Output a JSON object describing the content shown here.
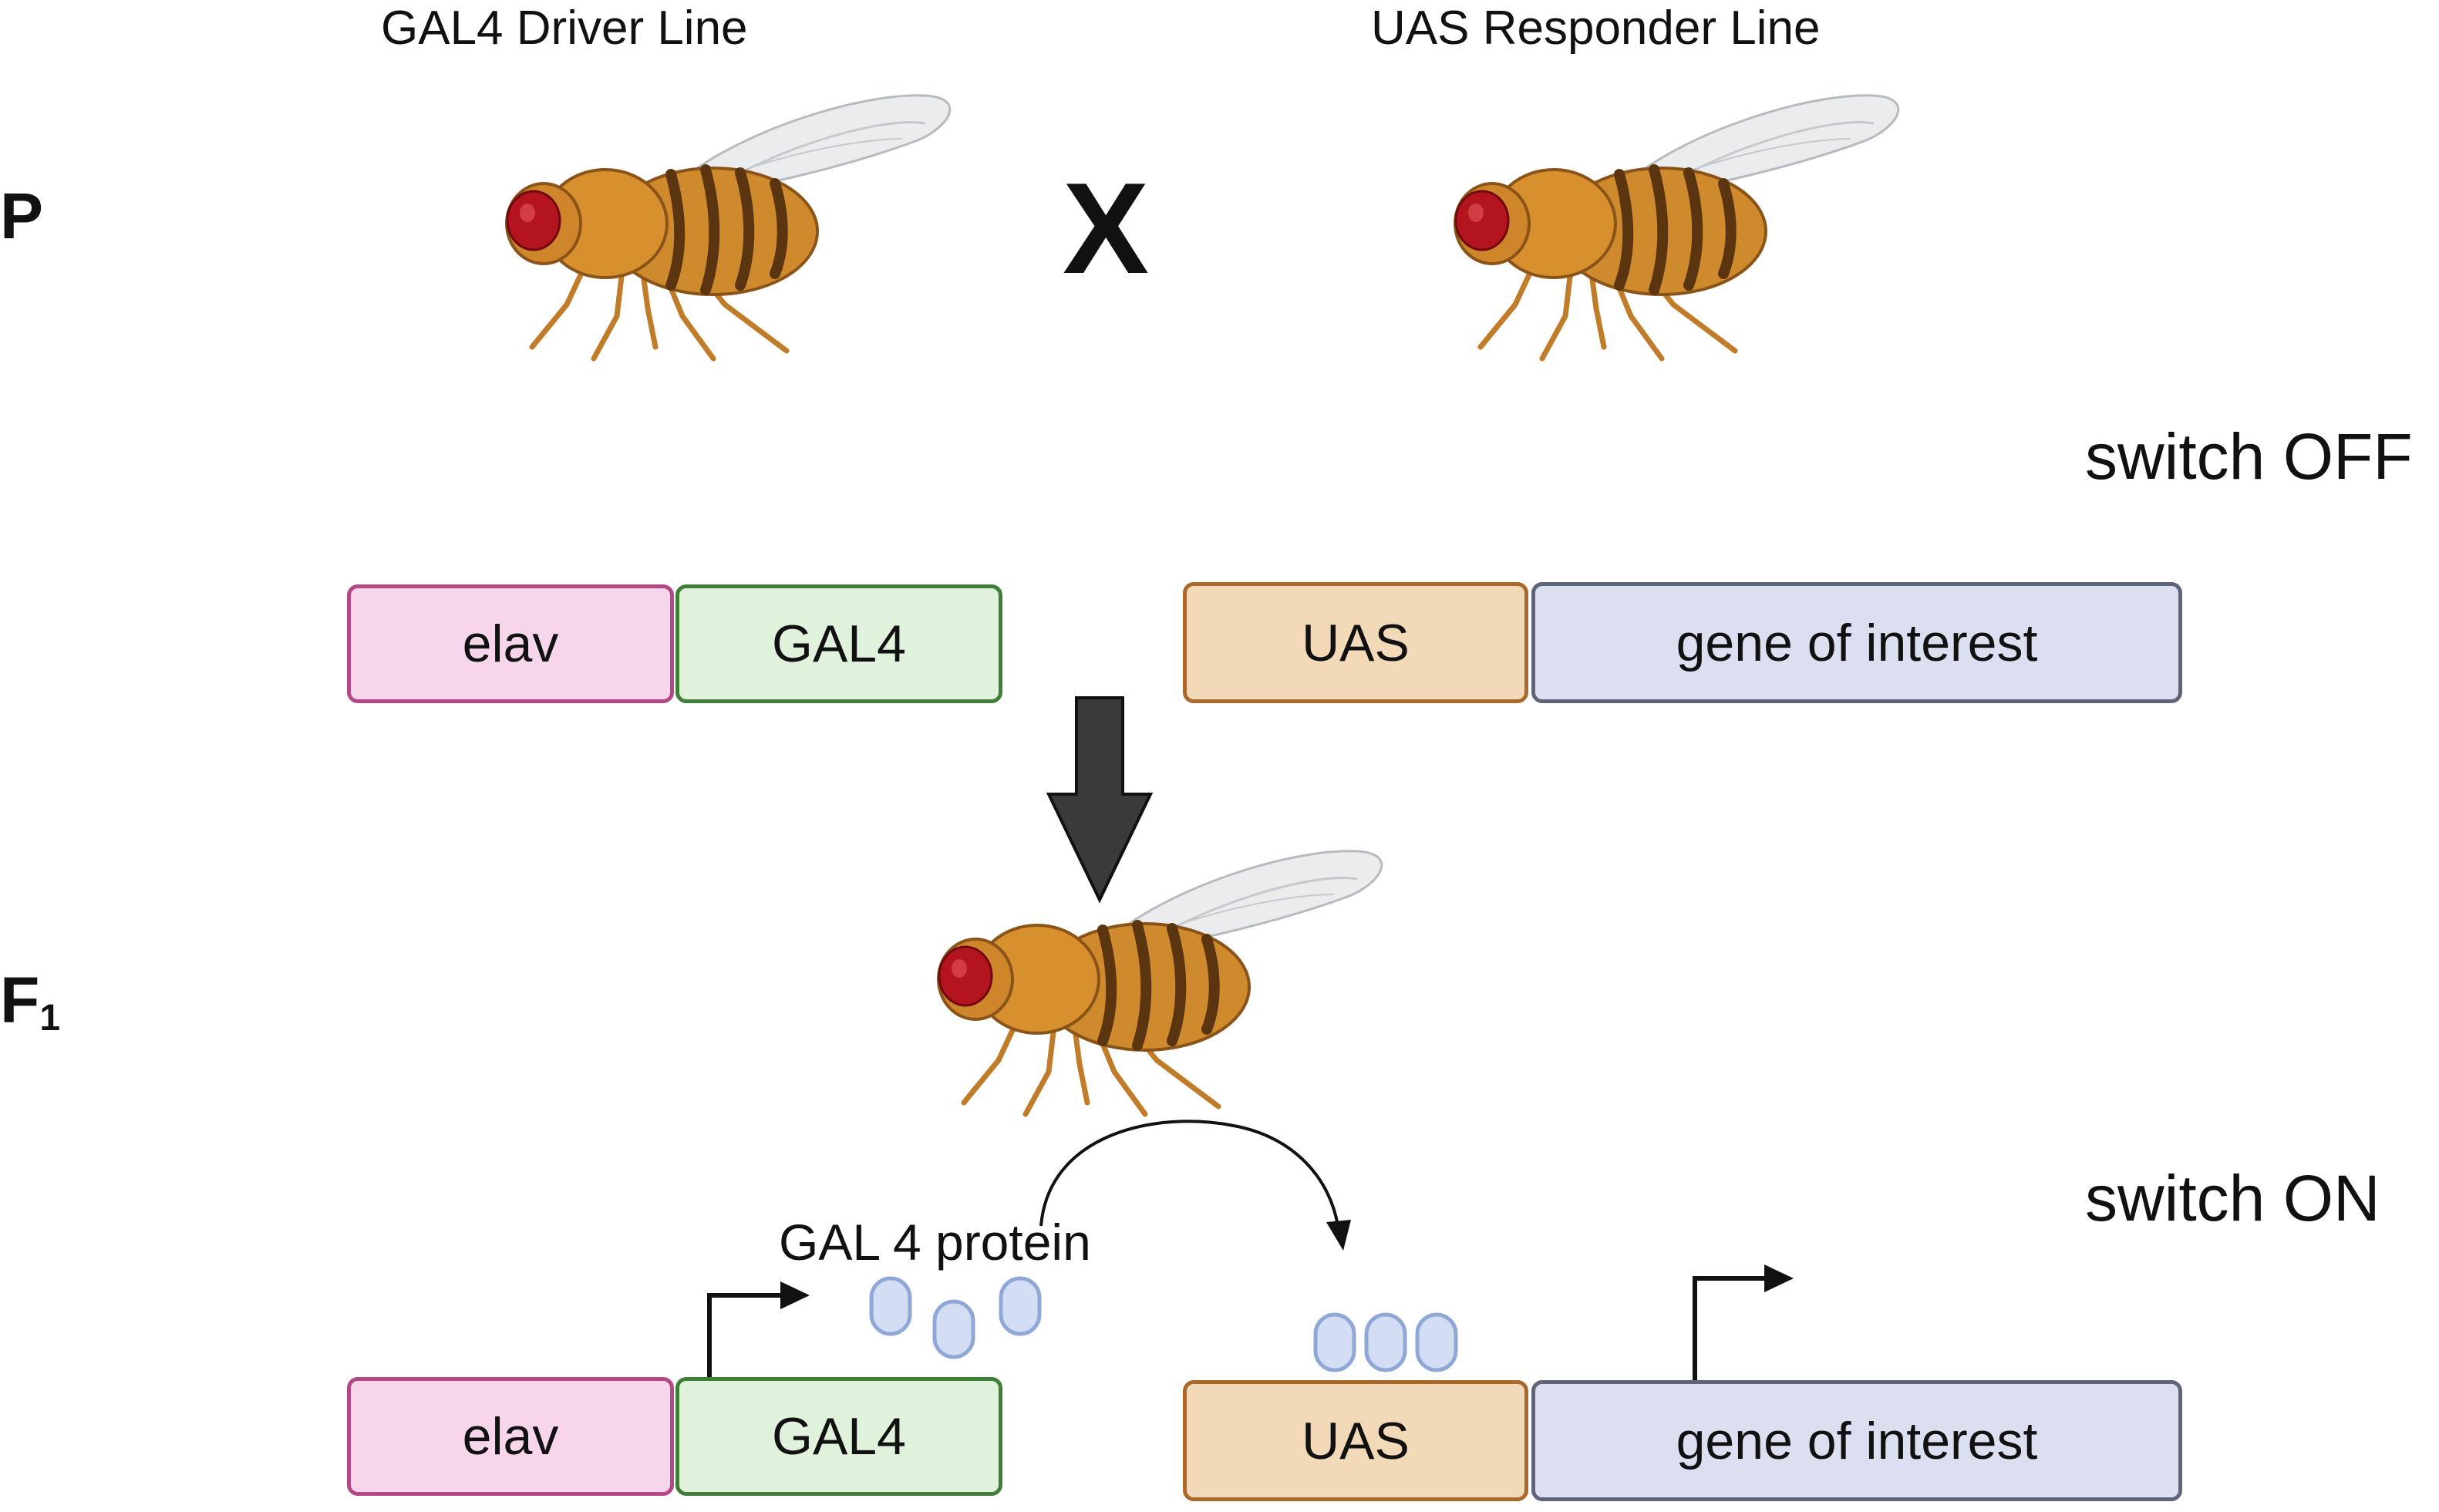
{
  "header": {
    "driver_line": "GAL4 Driver Line",
    "responder_line": "UAS Responder Line"
  },
  "generations": {
    "parental": "P",
    "f1_letter": "F",
    "f1_subscript": "1"
  },
  "cross_symbol": "X",
  "switch": {
    "off": "switch OFF",
    "on": "switch ON"
  },
  "constructs": {
    "top": {
      "driver": [
        "elav",
        "GAL4"
      ],
      "responder": [
        "UAS",
        "gene of interest"
      ]
    },
    "bottom": {
      "driver": [
        "elav",
        "GAL4"
      ],
      "responder": [
        "UAS",
        "gene of interest"
      ]
    }
  },
  "protein_label": "GAL 4 protein",
  "colors": {
    "elav_fill": "#f7d6ec",
    "gal4_fill": "#e1f2dc",
    "uas_fill": "#f2d9b7",
    "goi_fill": "#dbdff0",
    "protein_fill": "#d3ddf3",
    "fly_body": "#d08a2e",
    "fly_eye": "#b3141d",
    "arrow": "#3a3a3a"
  },
  "icons": {
    "fly": "fruit-fly-icon",
    "cross": "cross-symbol",
    "down_arrow": "down-arrow-icon",
    "promoter": "promoter-arrow-icon",
    "protein": "gal4-protein-icon"
  }
}
